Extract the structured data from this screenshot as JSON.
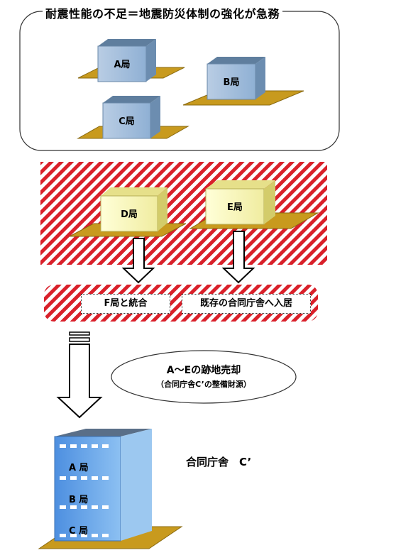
{
  "title": "耐震性能の不足＝地震防災体制の強化が急務",
  "offices_top": {
    "a": "A局",
    "b": "B局",
    "c": "C局"
  },
  "offices_middle": {
    "d": "D局",
    "e": "E局"
  },
  "actions": {
    "merge": "F局と統合",
    "move": "既存の合同庁舎へ入居"
  },
  "sale": {
    "line1": "A～Eの跡地売却",
    "line2": "（合同庁舎C’の整備財源）"
  },
  "new_building": {
    "name": "合同庁舎　C’",
    "floors": [
      "A 局",
      "B 局",
      "C 局"
    ]
  },
  "colors": {
    "platform": "#c89a1e",
    "box_blue": "#9bb7d6",
    "box_yellow": "#f4f0a8",
    "hatch": "#d9202a",
    "tower": "#6fa8e6"
  }
}
